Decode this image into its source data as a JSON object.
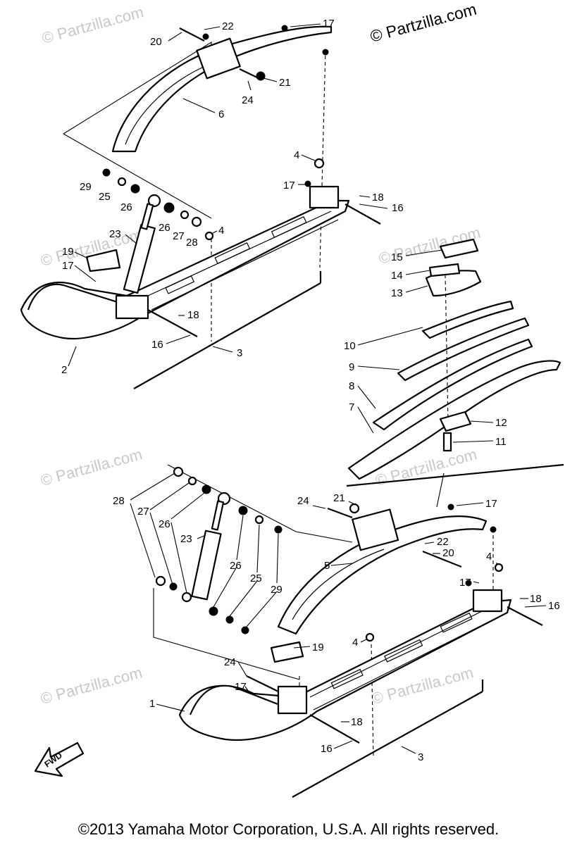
{
  "watermark_top": "© Partzilla.com",
  "watermark": "© Partzilla.com",
  "fwd_label": "FWD",
  "copyright": "©2013 Yamaha Motor Corporation, U.S.A. All rights reserved.",
  "callouts": [
    {
      "id": "c20a",
      "text": "20"
    },
    {
      "id": "c22a",
      "text": "22"
    },
    {
      "id": "c17a",
      "text": "17"
    },
    {
      "id": "c21a",
      "text": "21"
    },
    {
      "id": "c24a",
      "text": "24"
    },
    {
      "id": "c6",
      "text": "6"
    },
    {
      "id": "c4a",
      "text": "4"
    },
    {
      "id": "c17b",
      "text": "17"
    },
    {
      "id": "c18a",
      "text": "18"
    },
    {
      "id": "c16a",
      "text": "16"
    },
    {
      "id": "c29a",
      "text": "29"
    },
    {
      "id": "c25a",
      "text": "25"
    },
    {
      "id": "c26a",
      "text": "26"
    },
    {
      "id": "c26b",
      "text": "26"
    },
    {
      "id": "c27a",
      "text": "27"
    },
    {
      "id": "c28a",
      "text": "28"
    },
    {
      "id": "c4b",
      "text": "4"
    },
    {
      "id": "c23a",
      "text": "23"
    },
    {
      "id": "c19a",
      "text": "19"
    },
    {
      "id": "c17c",
      "text": "17"
    },
    {
      "id": "c18b",
      "text": "18"
    },
    {
      "id": "c16b",
      "text": "16"
    },
    {
      "id": "c3a",
      "text": "3"
    },
    {
      "id": "c2",
      "text": "2"
    },
    {
      "id": "c15",
      "text": "15"
    },
    {
      "id": "c14",
      "text": "14"
    },
    {
      "id": "c13",
      "text": "13"
    },
    {
      "id": "c10",
      "text": "10"
    },
    {
      "id": "c9",
      "text": "9"
    },
    {
      "id": "c8",
      "text": "8"
    },
    {
      "id": "c7",
      "text": "7"
    },
    {
      "id": "c12",
      "text": "12"
    },
    {
      "id": "c11",
      "text": "11"
    },
    {
      "id": "c28b",
      "text": "28"
    },
    {
      "id": "c27b",
      "text": "27"
    },
    {
      "id": "c26c",
      "text": "26"
    },
    {
      "id": "c23b",
      "text": "23"
    },
    {
      "id": "c26d",
      "text": "26"
    },
    {
      "id": "c25b",
      "text": "25"
    },
    {
      "id": "c29b",
      "text": "29"
    },
    {
      "id": "c24b",
      "text": "24"
    },
    {
      "id": "c21b",
      "text": "21"
    },
    {
      "id": "c17d",
      "text": "17"
    },
    {
      "id": "c22b",
      "text": "22"
    },
    {
      "id": "c20b",
      "text": "20"
    },
    {
      "id": "c5",
      "text": "5"
    },
    {
      "id": "c4c",
      "text": "4"
    },
    {
      "id": "c17e",
      "text": "17"
    },
    {
      "id": "c18c",
      "text": "18"
    },
    {
      "id": "c16c",
      "text": "16"
    },
    {
      "id": "c19b",
      "text": "19"
    },
    {
      "id": "c4d",
      "text": "4"
    },
    {
      "id": "c24c",
      "text": "24"
    },
    {
      "id": "c17f",
      "text": "17"
    },
    {
      "id": "c1",
      "text": "1"
    },
    {
      "id": "c18d",
      "text": "18"
    },
    {
      "id": "c16d",
      "text": "16"
    },
    {
      "id": "c3b",
      "text": "3"
    }
  ]
}
